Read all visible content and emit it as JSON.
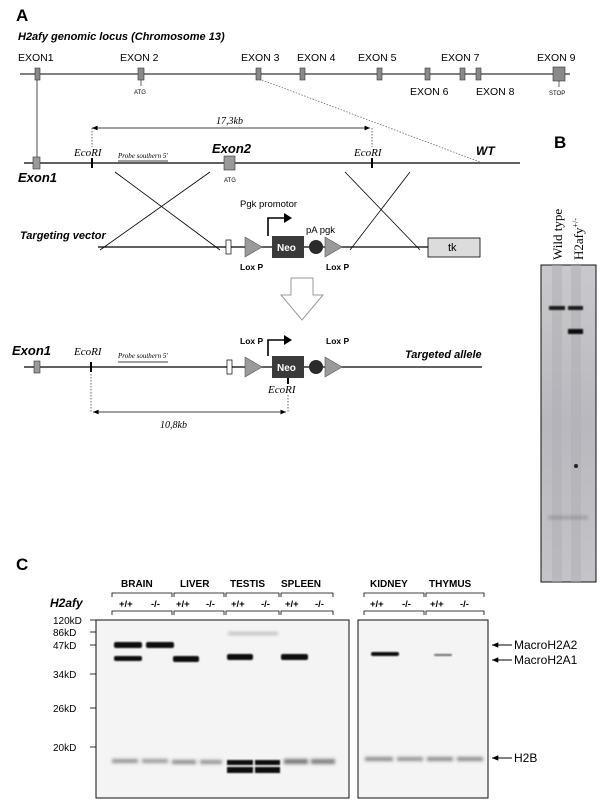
{
  "panel_a": {
    "letter": "A",
    "title": "H2afy genomic locus (Chromosome 13)",
    "locus_exons": [
      "EXON1",
      "EXON 2",
      "EXON 3",
      "EXON 4",
      "EXON 5",
      "EXON 6",
      "EXON 7",
      "EXON 8",
      "EXON 9"
    ],
    "atg": "ATG",
    "stop": "STOP",
    "wt": {
      "distance": "17,3kb",
      "ecori_left": "EcoRI",
      "ecori_right": "EcoRI",
      "probe": "Probe southern 5'",
      "exon1": "Exon1",
      "exon2": "Exon2",
      "atg": "ATG",
      "label": "WT"
    },
    "vector": {
      "label": "Targeting vector",
      "pgk_promotor": "Pgk promotor",
      "neo": "Neo",
      "pa_pgk": "pA pgk",
      "loxp_left": "Lox P",
      "loxp_right": "Lox P",
      "tk": "tk"
    },
    "targeted": {
      "exon1": "Exon1",
      "ecori_left": "EcoRI",
      "probe": "Probe southern 5'",
      "loxp_left": "Lox P",
      "loxp_right": "Lox P",
      "neo": "Neo",
      "ecori_right": "EcoRI",
      "label": "Targeted allele",
      "distance": "10,8kb"
    }
  },
  "panel_b": {
    "letter": "B",
    "lane1": "Wild type",
    "lane2_base": "H2afy",
    "lane2_sup": "+/-"
  },
  "panel_c": {
    "letter": "C",
    "gene": "H2afy",
    "tissues_left": [
      "BRAIN",
      "LIVER",
      "TESTIS",
      "SPLEEN"
    ],
    "tissues_right": [
      "KIDNEY",
      "THYMUS"
    ],
    "genotypes": [
      "+/+",
      "-/-"
    ],
    "markers": [
      "120kD",
      "86kD",
      "47kD",
      "34kD",
      "26kD",
      "20kD"
    ],
    "bands": [
      "MacroH2A2",
      "MacroH2A1",
      "H2B"
    ]
  }
}
